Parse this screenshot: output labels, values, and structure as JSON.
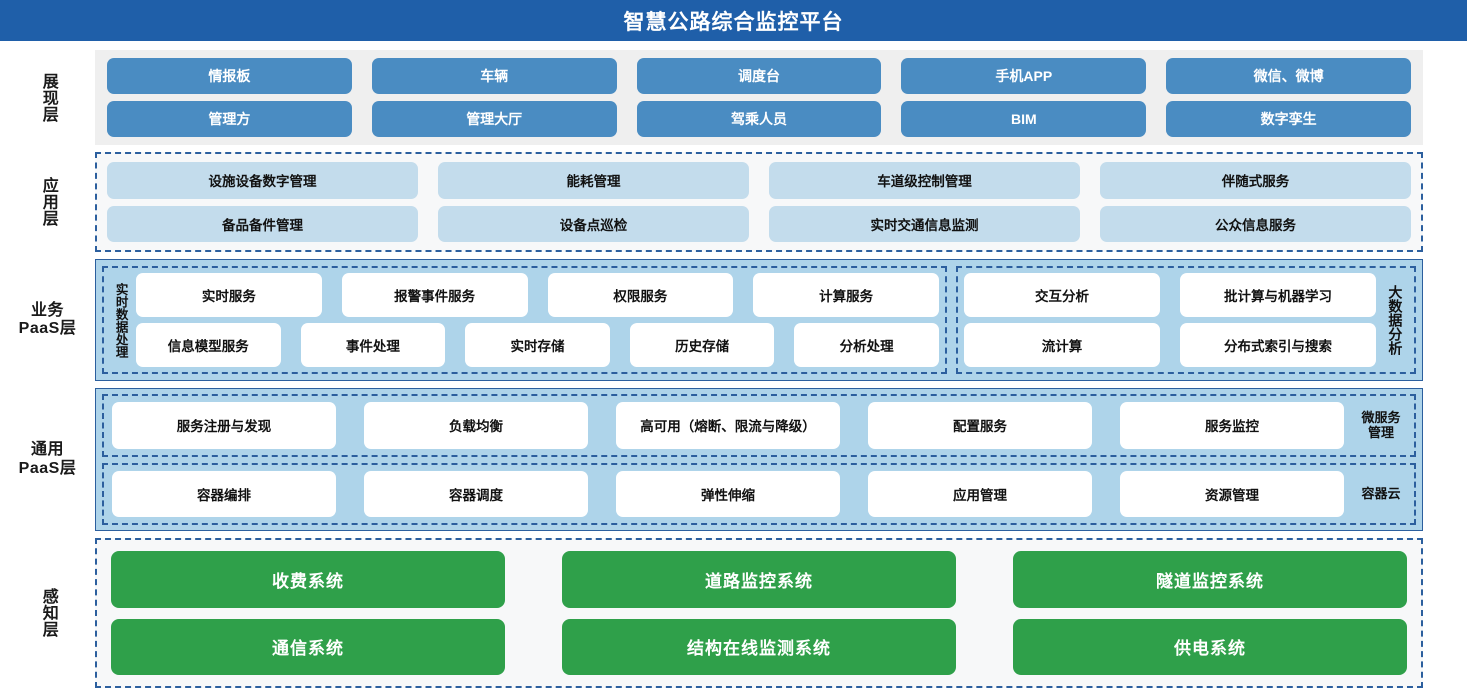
{
  "header": {
    "title": "智慧公路综合监控平台",
    "bar_color": "#1F5FA9"
  },
  "palette": {
    "blue_box": "#4A8CC2",
    "light_blue_box": "#C3DCEC",
    "paas_background": "#AED4EA",
    "green_box": "#2FA04A",
    "dashed_border": "#2C5F9E",
    "gray_background": "#EFEFEF"
  },
  "layers": {
    "presentation": {
      "label": "展现层",
      "rows": [
        [
          "情报板",
          "车辆",
          "调度台",
          "手机APP",
          "微信、微博"
        ],
        [
          "管理方",
          "管理大厅",
          "驾乘人员",
          "BIM",
          "数字孪生"
        ]
      ]
    },
    "application": {
      "label": "应用层",
      "rows": [
        [
          "设施设备数字管理",
          "能耗管理",
          "车道级控制管理",
          "伴随式服务"
        ],
        [
          "备品备件管理",
          "设备点巡检",
          "实时交通信息监测",
          "公众信息服务"
        ]
      ]
    },
    "business_paas": {
      "label": "业务\nPaaS层",
      "label_line1": "业务",
      "label_line2": "PaaS层",
      "groups": [
        {
          "side_label": "实时数据处理",
          "side_position": "left",
          "rows": [
            [
              "实时服务",
              "报警事件服务",
              "权限服务",
              "计算服务"
            ],
            [
              "信息模型服务",
              "事件处理",
              "实时存储",
              "历史存储",
              "分析处理"
            ]
          ]
        },
        {
          "side_label": "大数据分析",
          "side_position": "right",
          "rows": [
            [
              "交互分析",
              "批计算与机器学习"
            ],
            [
              "流计算",
              "分布式索引与搜索"
            ]
          ]
        }
      ]
    },
    "general_paas": {
      "label_line1": "通用",
      "label_line2": "PaaS层",
      "bands": [
        {
          "side_label_line1": "微服务",
          "side_label_line2": "管理",
          "items": [
            "服务注册与发现",
            "负载均衡",
            "高可用（熔断、限流与降级）",
            "配置服务",
            "服务监控"
          ]
        },
        {
          "side_label_line1": "容器云",
          "side_label_line2": "",
          "items": [
            "容器编排",
            "容器调度",
            "弹性伸缩",
            "应用管理",
            "资源管理"
          ]
        }
      ]
    },
    "perception": {
      "label": "感知层",
      "rows": [
        [
          "收费系统",
          "道路监控系统",
          "隧道监控系统"
        ],
        [
          "通信系统",
          "结构在线监测系统",
          "供电系统"
        ]
      ]
    }
  }
}
